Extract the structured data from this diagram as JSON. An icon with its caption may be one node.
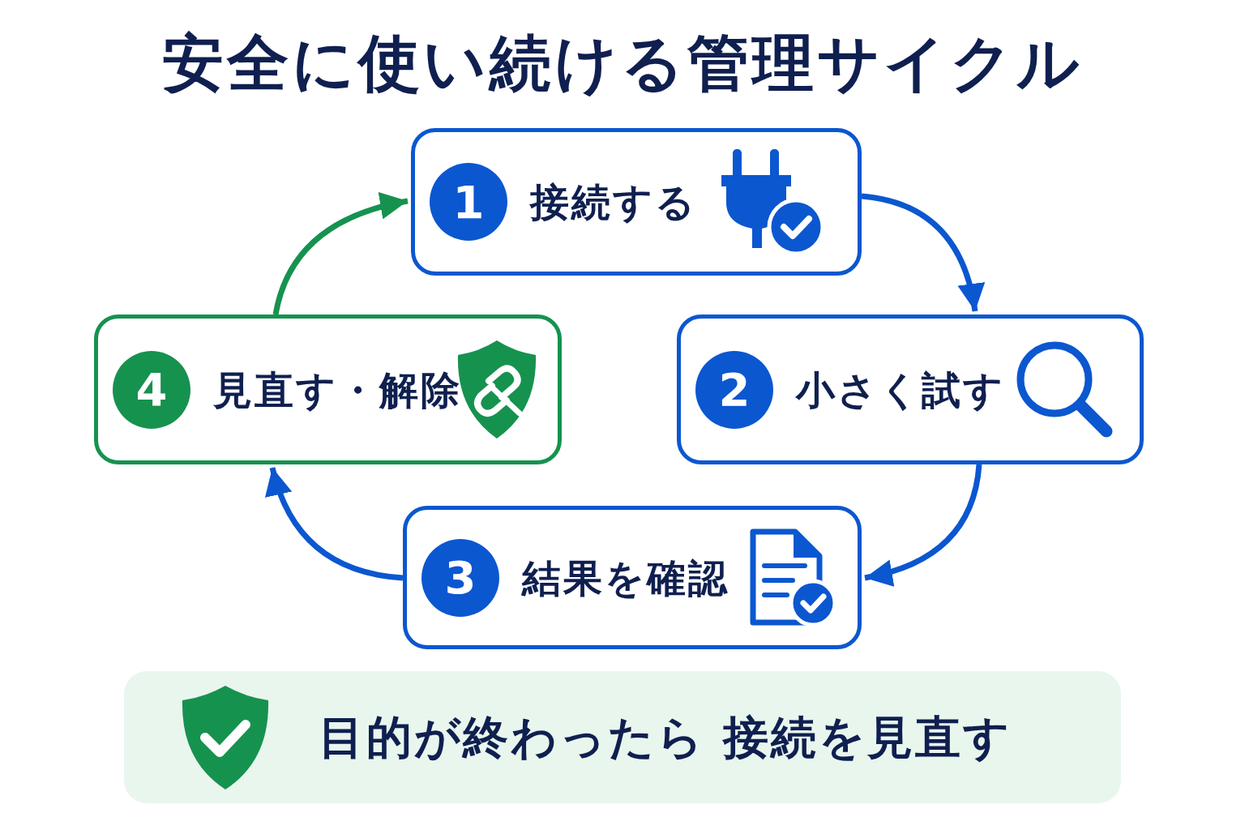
{
  "diagram": {
    "title": "安全に使い続ける管理サイクル",
    "nodes": [
      {
        "text": [
          "1",
          "接続する"
        ]
      },
      {
        "text": [
          "2",
          "小さく試す"
        ]
      },
      {
        "text": [
          "3",
          "結果を確認"
        ]
      },
      {
        "text": [
          "4",
          "見直す・解除"
        ]
      },
      {
        "text": [
          "目的が終わったら 接続を見直す"
        ]
      }
    ],
    "edges": [
      {
        "from": 0,
        "to": 1,
        "arrow": "to"
      },
      {
        "from": 1,
        "to": 2,
        "arrow": "to"
      },
      {
        "from": 2,
        "to": 3,
        "arrow": "to"
      },
      {
        "from": 3,
        "to": 0,
        "arrow": "to",
        "color": "#16924f"
      }
    ]
  }
}
